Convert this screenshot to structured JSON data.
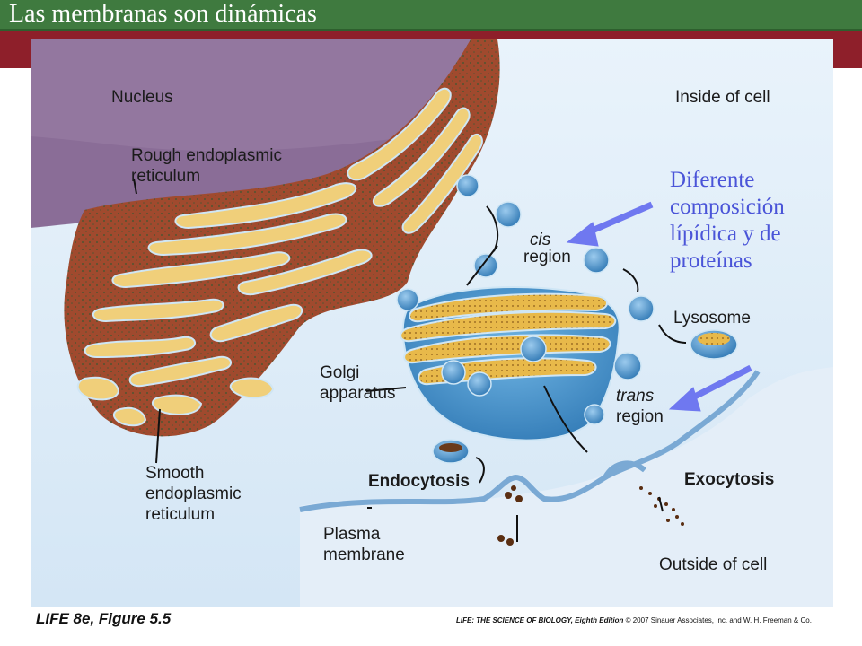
{
  "slide": {
    "title": "Las membranas son dinámicas"
  },
  "colors": {
    "title_bar": "#3f7a3f",
    "accent_band": "#8e1f2a",
    "annotation_text": "#4a54d8",
    "annotation_arrow": "#6f78f0"
  },
  "figure": {
    "labels": {
      "nucleus": "Nucleus",
      "inside_cell": "Inside of cell",
      "rough_er": [
        "Rough endoplasmic",
        "reticulum"
      ],
      "cis_region": [
        "cis",
        "region"
      ],
      "lysosome": "Lysosome",
      "golgi": [
        "Golgi",
        "apparatus"
      ],
      "trans_region": [
        "trans",
        "region"
      ],
      "endocytosis": "Endocytosis",
      "exocytosis": "Exocytosis",
      "smooth_er": [
        "Smooth",
        "endoplasmic",
        "reticulum"
      ],
      "plasma_membrane": [
        "Plasma",
        "membrane"
      ],
      "outside_cell": "Outside of cell"
    },
    "annotation": [
      "Diferente",
      "composición",
      "lípídica y de",
      "proteínas"
    ],
    "caption": "LIFE 8e, Figure 5.5",
    "credit_book": "LIFE: THE SCIENCE OF BIOLOGY, Eighth Edition",
    "credit_rest": "© 2007 Sinauer Associates, Inc. and W. H. Freeman & Co."
  }
}
